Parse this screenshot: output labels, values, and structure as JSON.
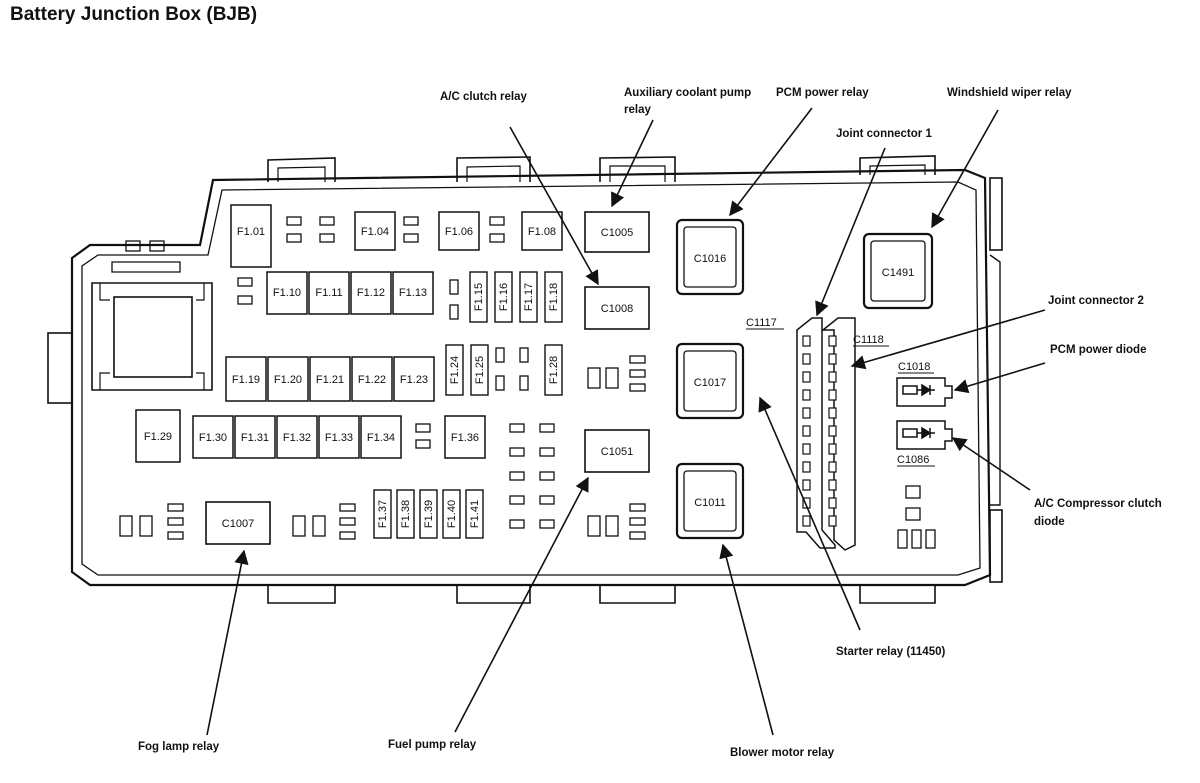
{
  "title": "Battery Junction Box (BJB)",
  "callouts": {
    "ac_clutch_relay": "A/C clutch relay",
    "aux_coolant_pump_relay_1": "Auxiliary coolant pump",
    "aux_coolant_pump_relay_2": "relay",
    "pcm_power_relay": "PCM power relay",
    "windshield_wiper_relay": "Windshield wiper relay",
    "joint_connector_1": "Joint connector 1",
    "joint_connector_2": "Joint connector 2",
    "pcm_power_diode": "PCM power diode",
    "ac_compressor_clutch_diode_1": "A/C Compressor clutch",
    "ac_compressor_clutch_diode_2": "diode",
    "starter_relay": "Starter relay (11450)",
    "blower_motor_relay": "Blower motor relay",
    "fuel_pump_relay": "Fuel pump relay",
    "fog_lamp_relay": "Fog lamp relay"
  },
  "connector_labels": {
    "c1117": "C1117",
    "c1118": "C1118",
    "c1018": "C1018",
    "c1086": "C1086"
  },
  "relays": {
    "c1005": "C1005",
    "c1008": "C1008",
    "c1051": "C1051",
    "c1007": "C1007",
    "c1016": "C1016",
    "c1017": "C1017",
    "c1011": "C1011",
    "c1491": "C1491"
  },
  "fuses": {
    "f101": "F1.01",
    "f104": "F1.04",
    "f106": "F1.06",
    "f108": "F1.08",
    "f110": "F1.10",
    "f111": "F1.11",
    "f112": "F1.12",
    "f113": "F1.13",
    "f115": "F1.15",
    "f116": "F1.16",
    "f117": "F1.17",
    "f118": "F1.18",
    "f119": "F1.19",
    "f120": "F1.20",
    "f121": "F1.21",
    "f122": "F1.22",
    "f123": "F1.23",
    "f124": "F1.24",
    "f125": "F1.25",
    "f128": "F1.28",
    "f129": "F1.29",
    "f130": "F1.30",
    "f131": "F1.31",
    "f132": "F1.32",
    "f133": "F1.33",
    "f134": "F1.34",
    "f136": "F1.36",
    "f137": "F1.37",
    "f138": "F1.38",
    "f139": "F1.39",
    "f140": "F1.40",
    "f141": "F1.41"
  }
}
